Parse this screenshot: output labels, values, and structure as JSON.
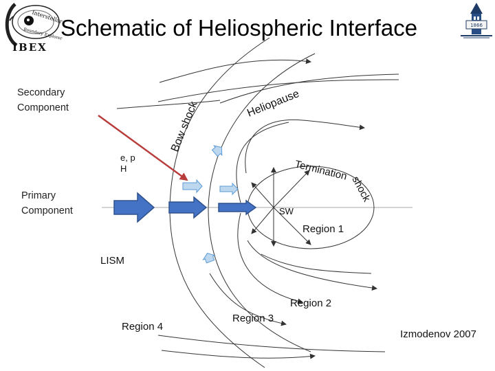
{
  "slide": {
    "title": "Schematic of Heliospheric Interface",
    "secondary_label": "Secondary\nComponent",
    "primary_label": "Primary\nComponent",
    "credit": "Izmodenov 2007"
  },
  "logo_left": {
    "top_text": "Interstellar",
    "mid_text": "Boundary Explorer",
    "word": "IBEX"
  },
  "logo_right": {
    "banner": "1866"
  },
  "diagram": {
    "labels": {
      "bow_shock": "Bow shock",
      "heliopause": "Heliopause",
      "termination_shock": "Termination shock",
      "ep": "e, p",
      "h": "H",
      "sw": "SW",
      "lism": "LISM",
      "region1": "Region 1",
      "region2": "Region 2",
      "region3": "Region 3",
      "region4": "Region 4"
    }
  },
  "colors": {
    "big_arrow_fill": "#4472c4",
    "big_arrow_stroke": "#2f528f",
    "small_arrow_fill": "#bdd7ee",
    "red_arrow": "#b83c3c",
    "line": "#333333",
    "axis": "#aaaaaa"
  }
}
